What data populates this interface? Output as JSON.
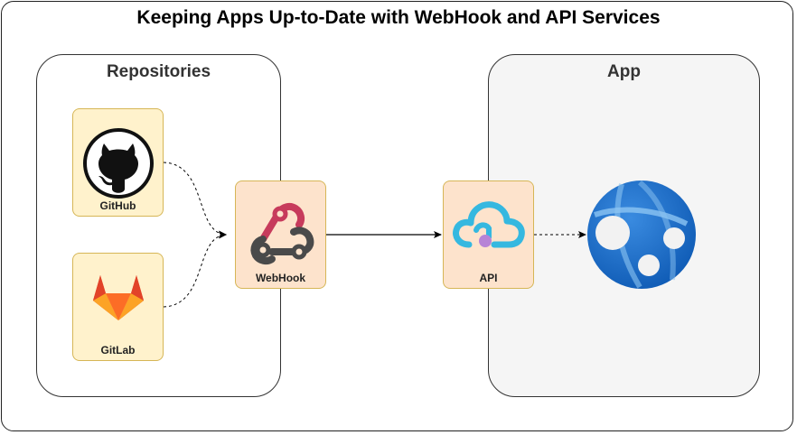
{
  "title": "Keeping Apps Up-to-Date with WebHook and API Services",
  "groups": {
    "repositories": "Repositories",
    "app": "App"
  },
  "nodes": {
    "github": "GitHub",
    "gitlab": "GitLab",
    "webhook": "WebHook",
    "api": "API"
  },
  "colors": {
    "node_fill_light": "#fff2cc",
    "node_fill_peach": "#fde3cc",
    "node_border": "#d6b656",
    "app_group_fill": "#f5f5f5",
    "webhook_red": "#c73b5c",
    "webhook_dark": "#4a4a4a",
    "api_cyan": "#35b8e0",
    "api_purple": "#b784d6",
    "gitlab_orange": "#e24329",
    "webapp_blue": "#1f6fc5"
  },
  "icons": [
    "github-icon",
    "gitlab-icon",
    "webhook-icon",
    "api-icon",
    "web-app-icon"
  ]
}
